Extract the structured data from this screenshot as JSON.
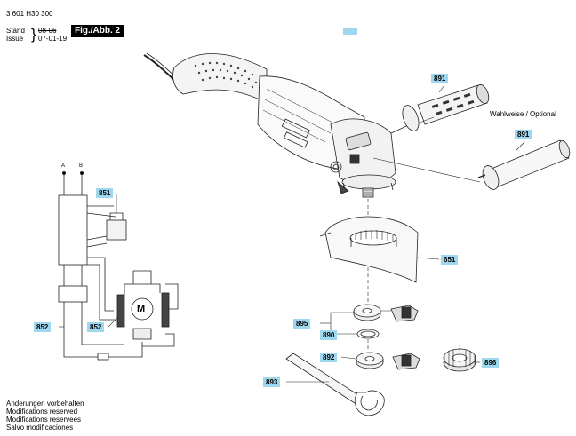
{
  "header": {
    "doc_number": "3 601 H30 300",
    "stand_label": "Stand",
    "issue_label": "Issue",
    "stand_date": "08-06",
    "issue_date": "07-01-19",
    "figure_label": "Fig./Abb. 2"
  },
  "callouts": {
    "p891a": "891",
    "p891b": "891",
    "p851": "851",
    "p651": "651",
    "p895": "895",
    "p890": "890",
    "p852a": "852",
    "p852b": "852",
    "p892": "892",
    "p896": "896",
    "p893": "893"
  },
  "optional_note": "Wahlweise / Optional",
  "terminals": {
    "a": "A",
    "b": "B"
  },
  "motor_label": "M",
  "footer": {
    "line1": "Änderungen vorbehalten",
    "line2": "Modifications reserved",
    "line3": "Modifications reservees",
    "line4": "Salvo modificaciones"
  }
}
